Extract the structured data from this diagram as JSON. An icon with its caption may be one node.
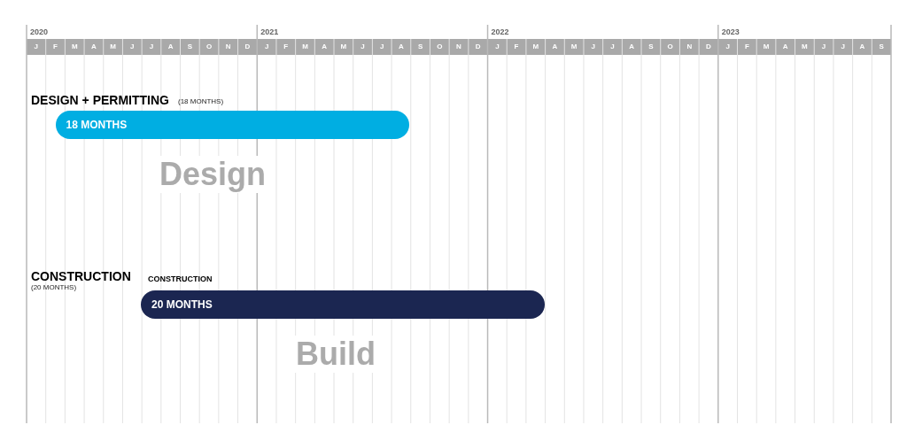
{
  "diagram": {
    "nodes": [
      {
        "text": [
          "18 MONTHS"
        ],
        "beside": [
          "DESIGN + PERMITTING",
          "(18 MONTHS)"
        ]
      },
      {
        "text": [
          "20 MONTHS"
        ],
        "beside": [
          "CONSTRUCTION",
          "(20 MONTHS)",
          "CONSTRUCTION"
        ]
      }
    ],
    "edges": [],
    "labels": [
      "2020",
      "2021",
      "2022",
      "2023",
      "J",
      "F",
      "M",
      "A",
      "M",
      "J",
      "J",
      "A",
      "S",
      "O",
      "N",
      "D",
      "J",
      "F",
      "M",
      "A",
      "M",
      "J",
      "J",
      "A",
      "S",
      "O",
      "N",
      "D",
      "J",
      "F",
      "M",
      "A",
      "M",
      "J",
      "J",
      "A",
      "S",
      "O",
      "N",
      "D",
      "J",
      "F",
      "M",
      "A",
      "M",
      "J",
      "J",
      "A",
      "S",
      "Design",
      "Build"
    ]
  }
}
